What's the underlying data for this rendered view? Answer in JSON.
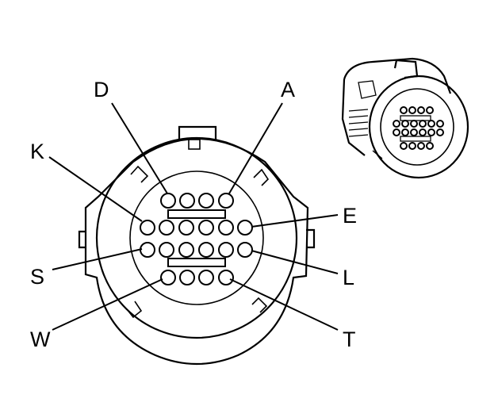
{
  "labels": {
    "D": "D",
    "A": "A",
    "K": "K",
    "E": "E",
    "S": "S",
    "L": "L",
    "W": "W",
    "T": "T"
  },
  "colors": {
    "line": "#000000",
    "background": "#ffffff"
  }
}
